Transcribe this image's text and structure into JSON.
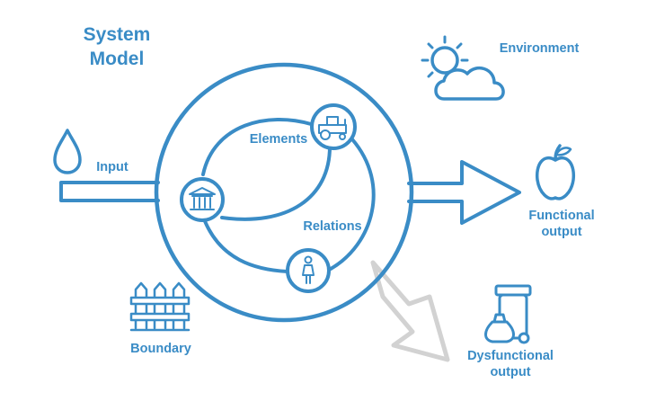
{
  "title": {
    "line1": "System",
    "line2": "Model"
  },
  "labels": {
    "environment": "Environment",
    "input": "Input",
    "elements": "Elements",
    "relations": "Relations",
    "functional_output": {
      "line1": "Functional",
      "line2": "output"
    },
    "boundary": "Boundary",
    "dysfunctional_output": {
      "line1": "Dysfunctional",
      "line2": "output"
    }
  },
  "colors": {
    "accent": "#3a8cc6",
    "muted": "#cfcfcf",
    "background": "#ffffff"
  },
  "icons": [
    "sun-cloud-icon",
    "water-drop-icon",
    "tractor-icon",
    "bank-building-icon",
    "person-icon",
    "apple-icon",
    "fence-icon",
    "trash-bin-icon"
  ]
}
